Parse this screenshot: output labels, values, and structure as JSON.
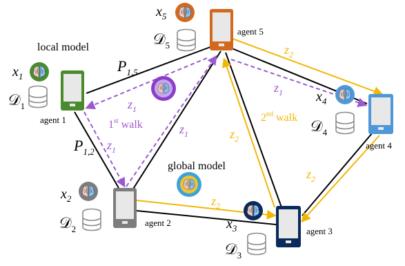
{
  "colors": {
    "black_edge": "#000000",
    "walk1": "#9b59d0",
    "walk2": "#f2b705",
    "agent1_frame": "#4c8a2e",
    "agent2_frame": "#7d7d7d",
    "agent3_frame": "#0b2a5c",
    "agent4_frame": "#4e98d9",
    "agent5_frame": "#d2691e",
    "db_gray": "#8c8c8c"
  },
  "agents": [
    {
      "label": "agent 1",
      "x_sub": "1",
      "d_sub": "1",
      "badge_color": "#4c8a2e",
      "icon": "smartphone-icon"
    },
    {
      "label": "agent 2",
      "x_sub": "2",
      "d_sub": "2",
      "badge_color": "#7d7d7d",
      "icon": "smartphone-icon"
    },
    {
      "label": "agent 3",
      "x_sub": "3",
      "d_sub": "3",
      "badge_color": "#0b2a5c",
      "icon": "smartphone-icon"
    },
    {
      "label": "agent 4",
      "x_sub": "4",
      "d_sub": "4",
      "badge_color": "#4e98d9",
      "icon": "smartphone-icon"
    },
    {
      "label": "agent 5",
      "x_sub": "5",
      "d_sub": "5",
      "badge_color": "#d2691e",
      "icon": "smartphone-icon"
    }
  ],
  "symbols": {
    "x": "x",
    "d": "𝒟",
    "z": "z",
    "p": "P"
  },
  "texts": {
    "local_model": "local model",
    "global_model": "global model",
    "walk1_prefix": "1",
    "walk1_sup": "st",
    "walk1_suffix": " walk",
    "walk2_prefix": "2",
    "walk2_sup": "nd",
    "walk2_suffix": " walk",
    "p15_sub": "1,5",
    "p12_sub": "1,2",
    "z1_sub": "1",
    "z2_sub": "2"
  },
  "icons": {
    "brain": "brain-icon",
    "database": "database-icon"
  }
}
